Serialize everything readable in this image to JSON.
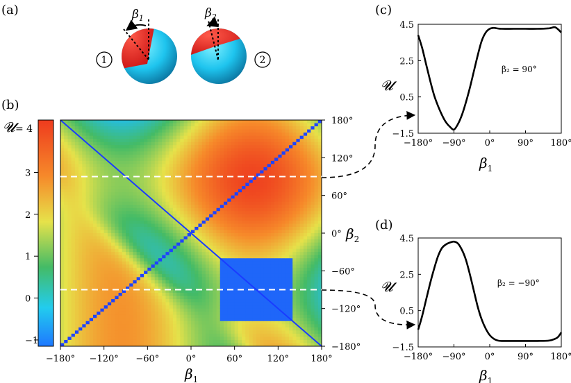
{
  "panel_labels": {
    "a": "(a)",
    "b": "(b)",
    "c": "(c)",
    "d": "(d)"
  },
  "panel_a": {
    "sphere_labels": [
      "①",
      "②"
    ],
    "angle_labels": {
      "beta1": "β",
      "beta1_sub": "1",
      "beta2": "β",
      "beta2_sub": "2"
    },
    "colors": {
      "cap": "#ee2222",
      "sphere": "#22ccee"
    }
  },
  "colorbar": {
    "label": "𝓤",
    "label_suffix": "= 4",
    "ticks": [
      "3",
      "2",
      "1",
      "0",
      "−1"
    ],
    "range": [
      -1.15,
      4.25
    ]
  },
  "chart_data": [
    {
      "id": "b",
      "type": "heatmap",
      "xlabel": "β",
      "xlabel_sub": "1",
      "ylabel": "β",
      "ylabel_sub": "2",
      "xlim": [
        -180,
        180
      ],
      "ylim": [
        -180,
        180
      ],
      "xticks": [
        "−180°",
        "−120°",
        "−60°",
        "0°",
        "60°",
        "120°",
        "180°"
      ],
      "yticks": [
        "180°",
        "120°",
        "60°",
        "0°",
        "−60°",
        "−120°",
        "−180°"
      ],
      "cuts": [
        90,
        -90
      ]
    },
    {
      "id": "c",
      "type": "line",
      "xlabel": "β",
      "xlabel_sub": "1",
      "ylabel": "𝓤",
      "annotation": "β₂ = 90°",
      "xlim": [
        -180,
        180
      ],
      "ylim": [
        -1.5,
        4.5
      ],
      "xticks": [
        "−180°",
        "−90°",
        "0°",
        "90°",
        "180°"
      ],
      "yticks": [
        "4.5",
        "2.5",
        "0.5",
        "−1.5"
      ],
      "x": [
        -180,
        -170,
        -160,
        -150,
        -140,
        -130,
        -120,
        -110,
        -100,
        -90,
        -80,
        -70,
        -60,
        -50,
        -40,
        -30,
        -20,
        -10,
        0,
        10,
        20,
        30,
        60,
        90,
        120,
        150,
        165,
        180
      ],
      "y": [
        3.9,
        3.2,
        2.3,
        1.4,
        0.6,
        0.0,
        -0.5,
        -0.9,
        -1.15,
        -1.3,
        -1.0,
        -0.5,
        0.2,
        1.0,
        1.9,
        2.8,
        3.6,
        4.05,
        4.25,
        4.3,
        4.27,
        4.25,
        4.25,
        4.25,
        4.25,
        4.28,
        4.33,
        4.05
      ]
    },
    {
      "id": "d",
      "type": "line",
      "xlabel": "β",
      "xlabel_sub": "1",
      "ylabel": "𝓤",
      "annotation": "β₂ = −90°",
      "xlim": [
        -180,
        180
      ],
      "ylim": [
        -1.5,
        4.5
      ],
      "xticks": [
        "−180°",
        "−90°",
        "0°",
        "90°",
        "180°"
      ],
      "yticks": [
        "4.5",
        "2.5",
        "0.5",
        "−1.5"
      ],
      "x": [
        -180,
        -170,
        -160,
        -150,
        -140,
        -130,
        -120,
        -110,
        -100,
        -90,
        -80,
        -70,
        -60,
        -50,
        -40,
        -30,
        -20,
        -10,
        0,
        10,
        20,
        30,
        60,
        90,
        120,
        150,
        165,
        172,
        180
      ],
      "y": [
        -0.55,
        0.2,
        1.1,
        2.0,
        2.8,
        3.5,
        3.95,
        4.15,
        4.25,
        4.3,
        4.2,
        3.85,
        3.3,
        2.5,
        1.6,
        0.7,
        0.0,
        -0.5,
        -0.85,
        -1.05,
        -1.15,
        -1.17,
        -1.17,
        -1.17,
        -1.17,
        -1.15,
        -1.05,
        -0.95,
        -0.7
      ]
    }
  ]
}
